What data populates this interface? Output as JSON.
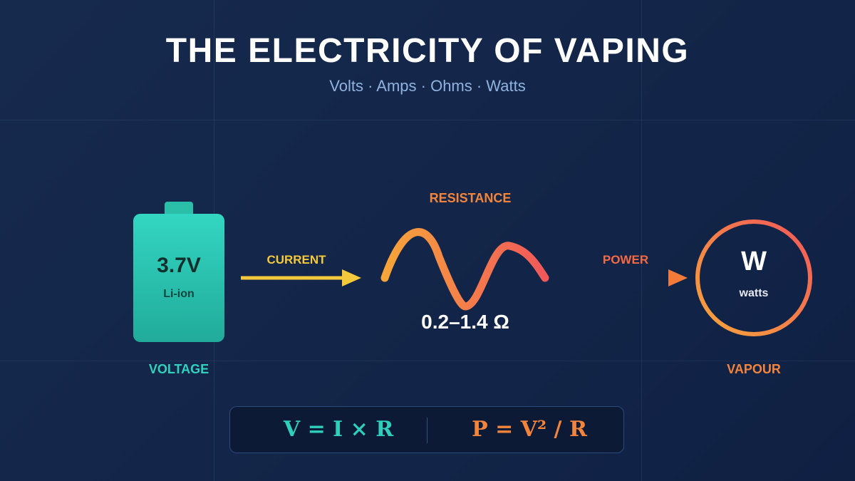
{
  "header": {
    "title": "THE ELECTRICITY OF VAPING",
    "subtitle": "Volts · Amps · Ohms · Watts"
  },
  "battery": {
    "voltage": "3.7V",
    "type": "Li-ion",
    "label": "VOLTAGE"
  },
  "current": {
    "label": "CURRENT"
  },
  "resistance": {
    "label": "RESISTANCE",
    "range": "0.2–1.4 Ω"
  },
  "power": {
    "label": "POWER"
  },
  "output": {
    "unit": "W",
    "unit_name": "watts",
    "label": "VAPOUR"
  },
  "formulas": {
    "ohms_law": "V = I × R",
    "power_law": "P = V² / R"
  },
  "colors": {
    "teal": "#30d2bd",
    "yellow": "#f4c93c",
    "orange": "#f3843c",
    "red": "#f25a5a",
    "background": "#132649"
  },
  "icons": {
    "battery": "battery-icon",
    "current_arrow": "arrow-right-icon",
    "coil": "sine-wave-icon",
    "power_arrow": "arrow-right-icon",
    "output": "ring-icon"
  }
}
